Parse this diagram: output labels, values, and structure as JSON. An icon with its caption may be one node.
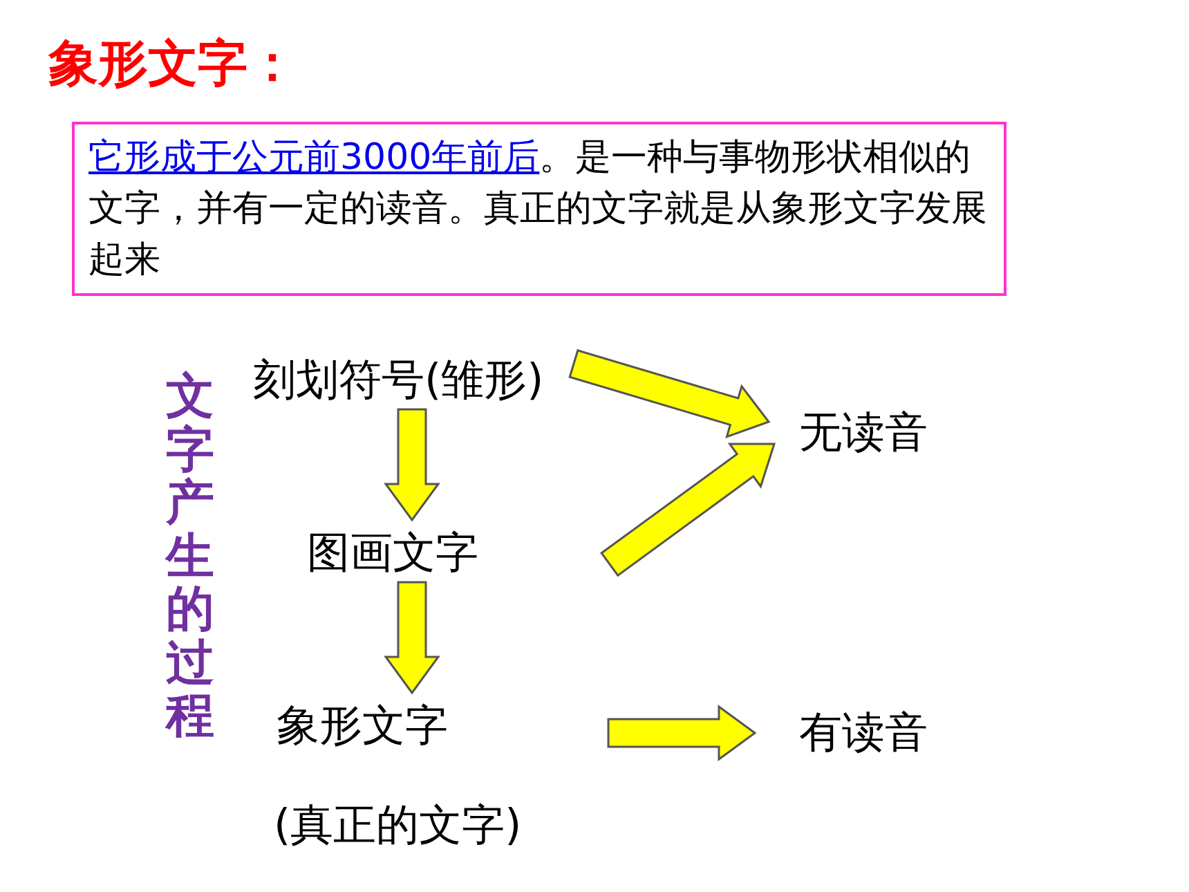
{
  "diagram": {
    "title": "象形文字：",
    "nodes": [
      {
        "text": [
          "它形成于公元前3000年前后",
          "。是一种与事物形状相似的文字，并有一定的读音。真正的文字就是从象形文字发展起来"
        ]
      },
      {
        "text": [
          "刻划符号(雏形)"
        ]
      },
      {
        "text": [
          "图画文字"
        ]
      },
      {
        "text": [
          "象形文字"
        ],
        "beside": [
          "(真正的文字)"
        ]
      },
      {
        "text": [
          "无读音"
        ]
      },
      {
        "text": [
          "有读音"
        ]
      }
    ],
    "edges": [
      {
        "from": 1,
        "to": 2,
        "arrow": "to"
      },
      {
        "from": 2,
        "to": 3,
        "arrow": "to"
      },
      {
        "from": 1,
        "to": 4,
        "arrow": "to"
      },
      {
        "from": 2,
        "to": 4,
        "arrow": "to"
      },
      {
        "from": 3,
        "to": 5,
        "arrow": "to"
      }
    ],
    "labels": [
      "文字产生的过程"
    ]
  }
}
